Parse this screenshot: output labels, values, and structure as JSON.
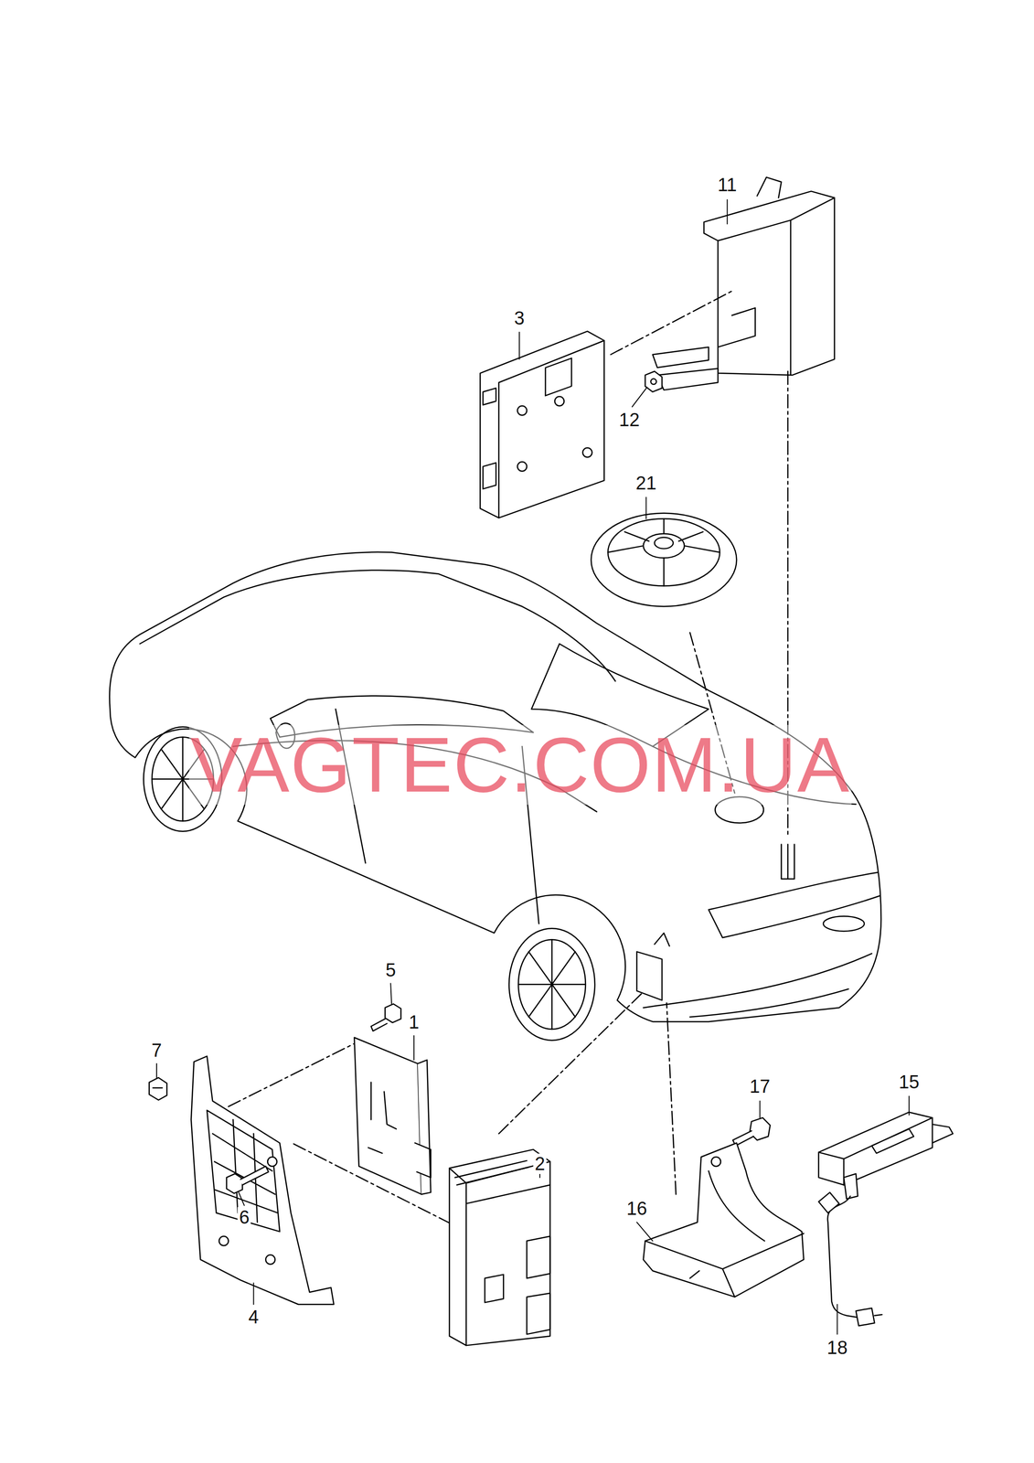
{
  "diagram": {
    "labels": [
      "11",
      "3",
      "12",
      "21",
      "VAGTEC.COM.UA",
      "5",
      "1",
      "7",
      "2",
      "4",
      "6",
      "17",
      "15",
      "16",
      "18"
    ]
  }
}
